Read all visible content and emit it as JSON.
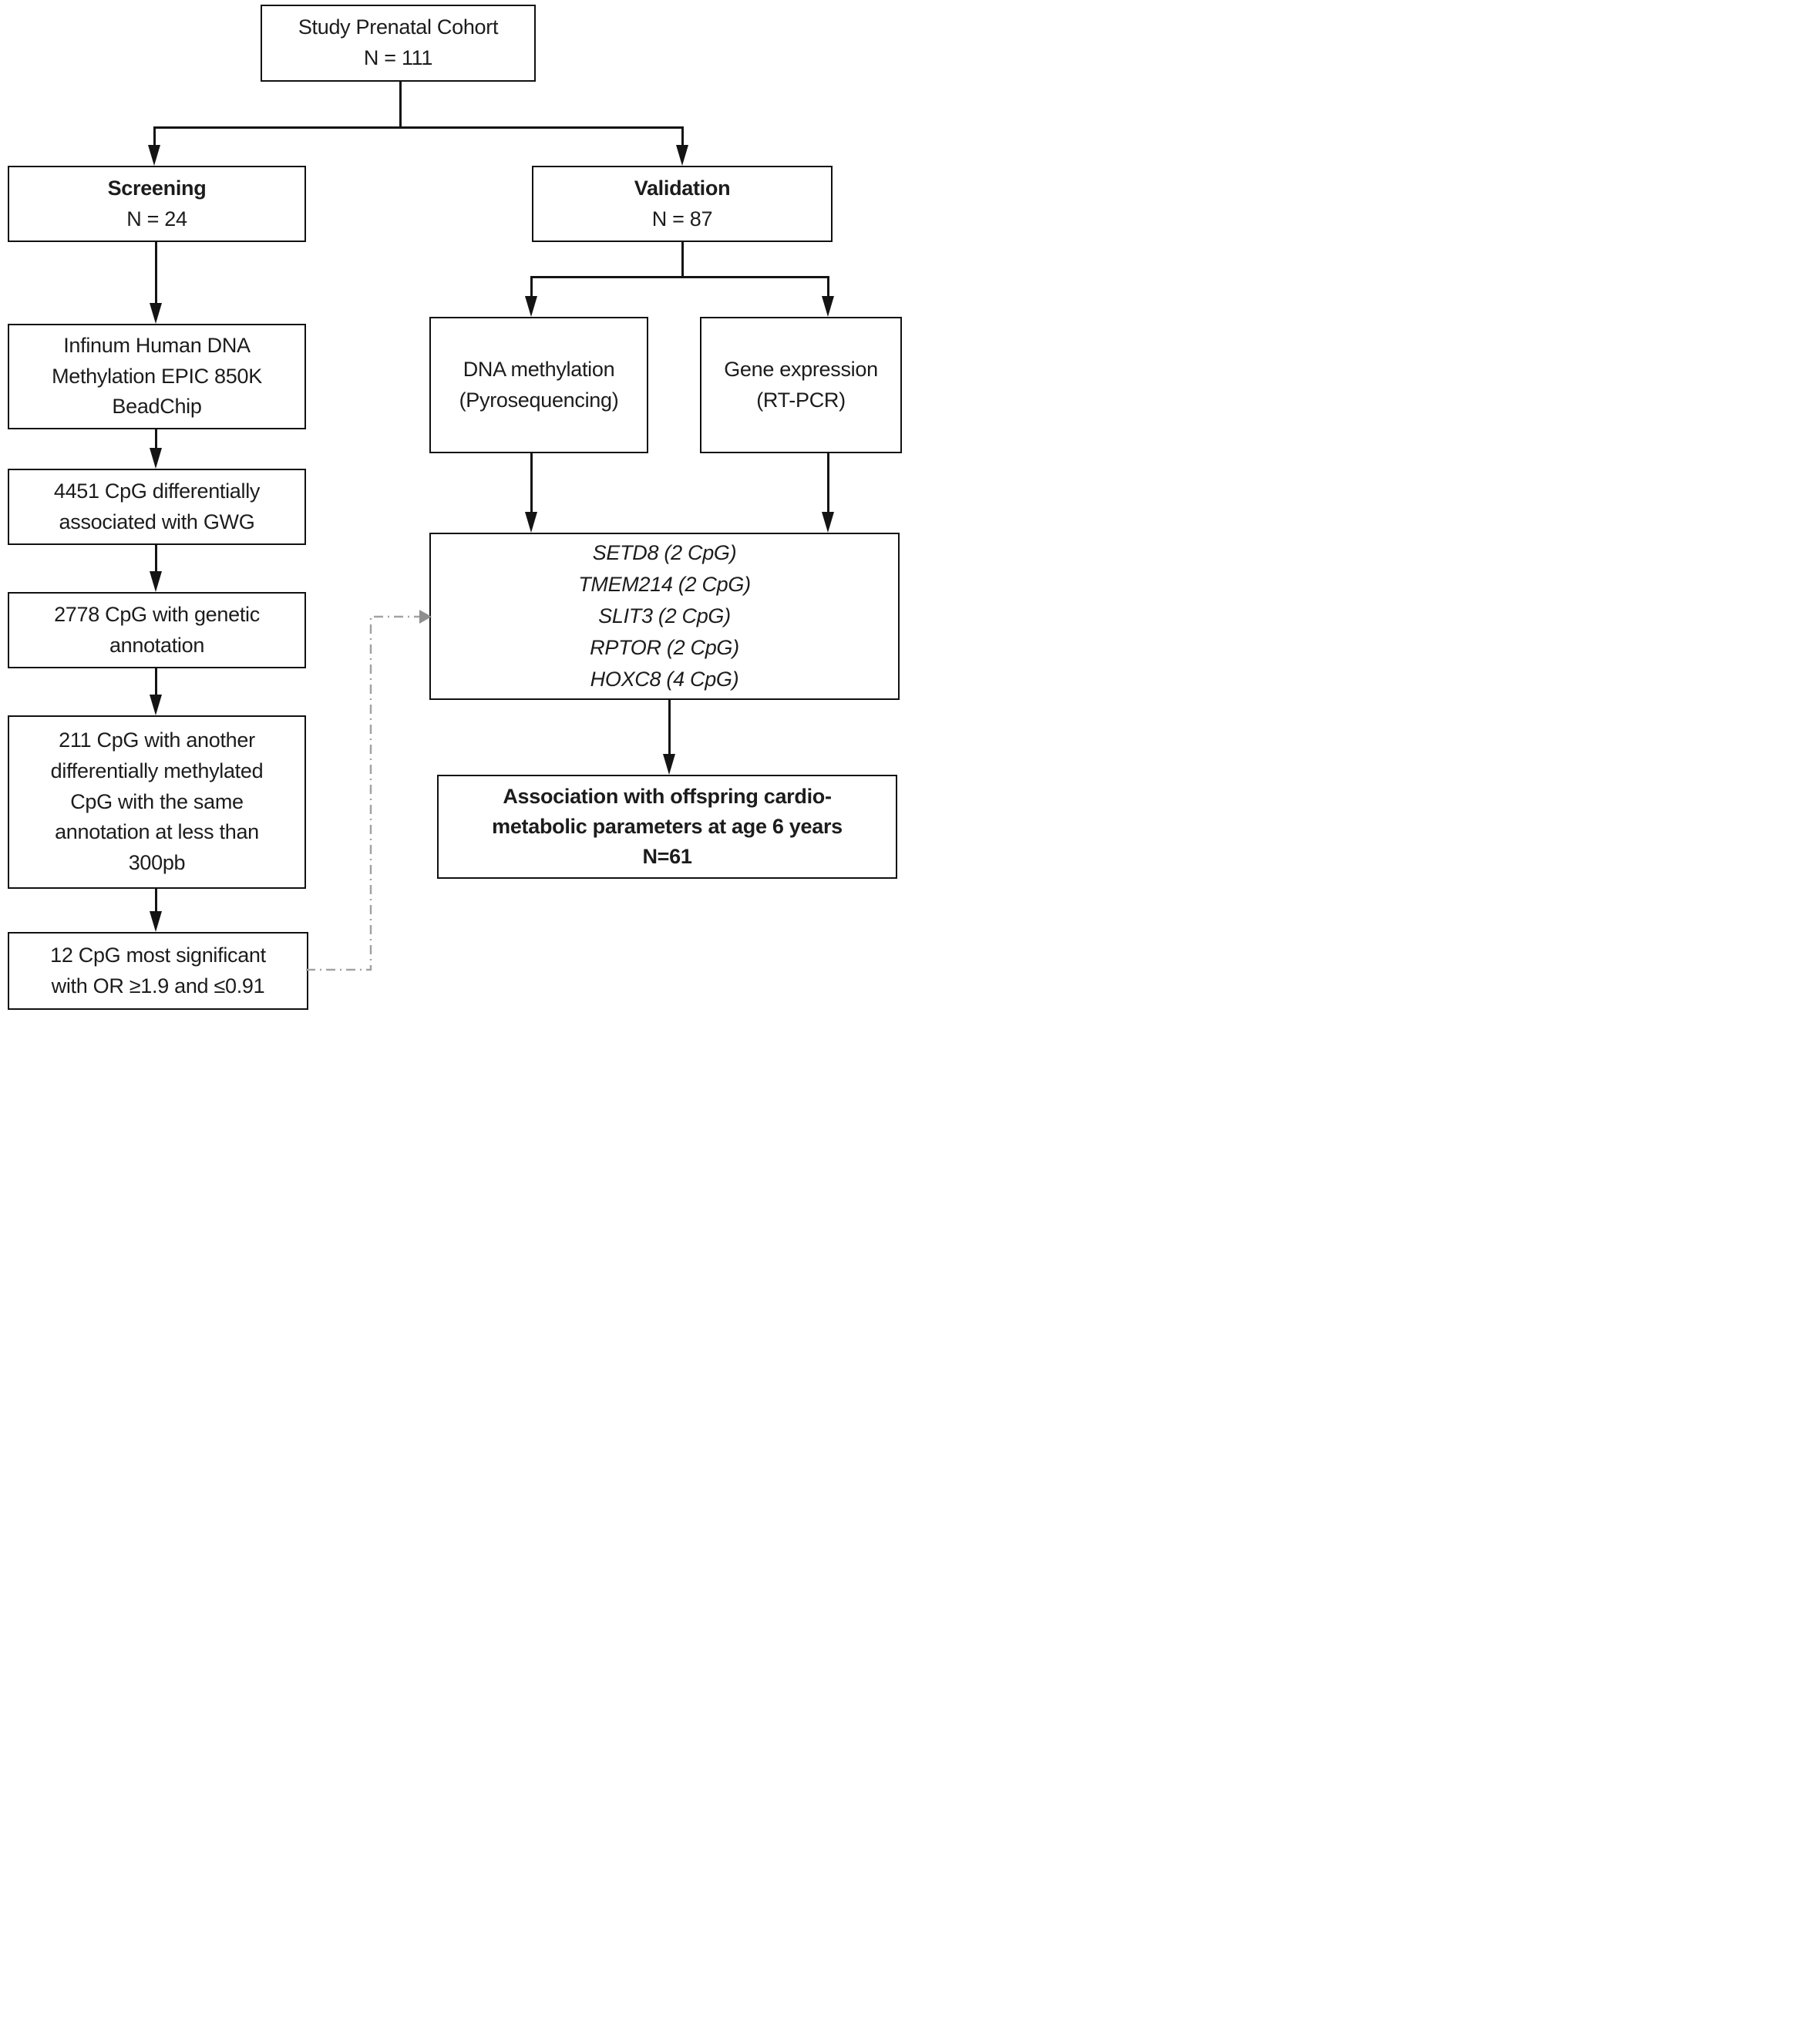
{
  "diagram": {
    "title_box": {
      "text": "Study  Prenatal Cohort\nN = 111"
    },
    "screening_box": {
      "title": "Screening",
      "n": "N = 24"
    },
    "validation_box": {
      "title": "Validation",
      "n": "N = 87"
    },
    "infinum_box": {
      "text": "Infinum  Human  DNA\nMethylation  EPIC 850K\nBeadChip"
    },
    "cpg4451_box": {
      "text": "4451 CpG differentially\nassociated  with GWG"
    },
    "cpg2778_box": {
      "text": "2778 CpG with genetic\nannotation"
    },
    "cpg211_box": {
      "text": "211 CpG with another\ndifferentially  methylated\nCpG with  the same\nannotation  at less  than\n300pb"
    },
    "cpg12_box": {
      "text": "12 CpG  most significant\nwith OR ≥1.9 and  ≤0.91"
    },
    "dna_methylation_box": {
      "text": "DNA methylation\n(Pyrosequencing)"
    },
    "gene_expression_box": {
      "text": "Gene  expression\n(RT-PCR)"
    },
    "genelist_box": {
      "items": [
        "SETD8 (2 CpG)",
        "TMEM214 (2 CpG)",
        "SLIT3 (2 CpG)",
        "RPTOR (2 CpG)",
        "HOXC8 (4 CpG)"
      ]
    },
    "association_box": {
      "text": "Association with offspring cardio-\nmetabolic parameters at age 6 years\nN=61"
    }
  },
  "colors": {
    "line": "#141414",
    "border": "#111111",
    "text": "#1c1c1c",
    "gray_connector": "#a3a3a3",
    "gray_arrowhead": "#8f8f8f",
    "background": "#ffffff"
  }
}
